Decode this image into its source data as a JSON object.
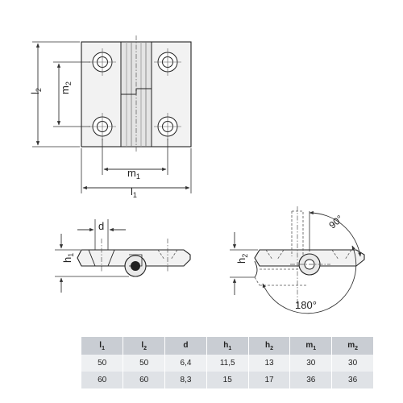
{
  "drawing": {
    "labels": {
      "l2": "l",
      "l2_sub": "2",
      "m2": "m",
      "m2_sub": "2",
      "m1": "m",
      "m1_sub": "1",
      "l1": "l",
      "l1_sub": "1",
      "d": "d",
      "h1": "h",
      "h1_sub": "1",
      "h2": "h",
      "h2_sub": "2",
      "angle_90": "90°",
      "angle_180": "180°"
    }
  },
  "table": {
    "headers": [
      {
        "main": "l",
        "sub": "1"
      },
      {
        "main": "l",
        "sub": "2"
      },
      {
        "main": "d",
        "sub": ""
      },
      {
        "main": "h",
        "sub": "1"
      },
      {
        "main": "h",
        "sub": "2"
      },
      {
        "main": "m",
        "sub": "1"
      },
      {
        "main": "m",
        "sub": "2"
      }
    ],
    "rows": [
      [
        "50",
        "50",
        "6,4",
        "11,5",
        "13",
        "30",
        "30"
      ],
      [
        "60",
        "60",
        "8,3",
        "15",
        "17",
        "36",
        "36"
      ]
    ]
  }
}
